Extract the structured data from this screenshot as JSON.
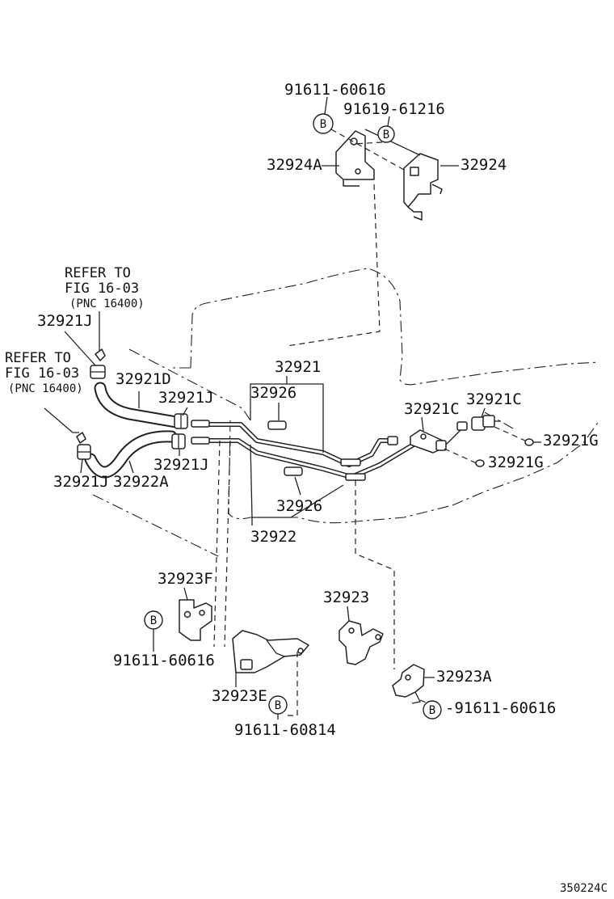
{
  "refer": {
    "r1": {
      "line1": "REFER TO",
      "line2": "FIG 16-03",
      "line3": "(PNC 16400)"
    },
    "r2": {
      "line1": "REFER TO",
      "line2": "FIG 16-03",
      "line3": "(PNC 16400)"
    }
  },
  "labels": {
    "p_91611_60616_top": "91611-60616",
    "p_91619_61216": "91619-61216",
    "p_32924A": "32924A",
    "p_32924": "32924",
    "p_32921J_a": "32921J",
    "p_32921D": "32921D",
    "p_32921J_b": "32921J",
    "p_32921J_c": "32921J",
    "p_32921J_d": "32921J",
    "p_32922A": "32922A",
    "p_32921": "32921",
    "p_32926_a": "32926",
    "p_32926_b": "32926",
    "p_32922": "32922",
    "p_32921C_a": "32921C",
    "p_32921C_b": "32921C",
    "p_32921G_a": "32921G",
    "p_32921G_b": "32921G",
    "p_32923F": "32923F",
    "p_91611_60616_left": "91611-60616",
    "p_32923E": "32923E",
    "p_91611_60814": "91611-60814",
    "p_32923": "32923",
    "p_32923A": "32923A",
    "p_91611_60616_right": "-91611-60616"
  },
  "badges": {
    "b1": "B",
    "b2": "B",
    "b3": "B",
    "b4": "B",
    "b5": "B"
  },
  "diagram_code": "350224C"
}
